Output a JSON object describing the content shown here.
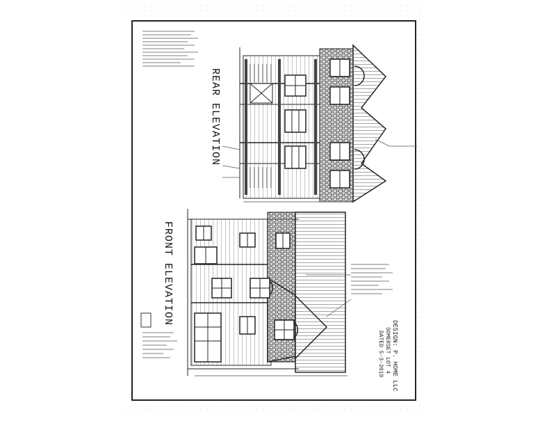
{
  "sheet": {
    "title_rear": "REAR ELEVATION",
    "title_front": "FRONT ELEVATION",
    "title_block": {
      "line1": "DESIGN: P. HOME LLC",
      "line2": "SOMERSET LOT 4",
      "line3": "DATED 5-3-2019"
    }
  }
}
